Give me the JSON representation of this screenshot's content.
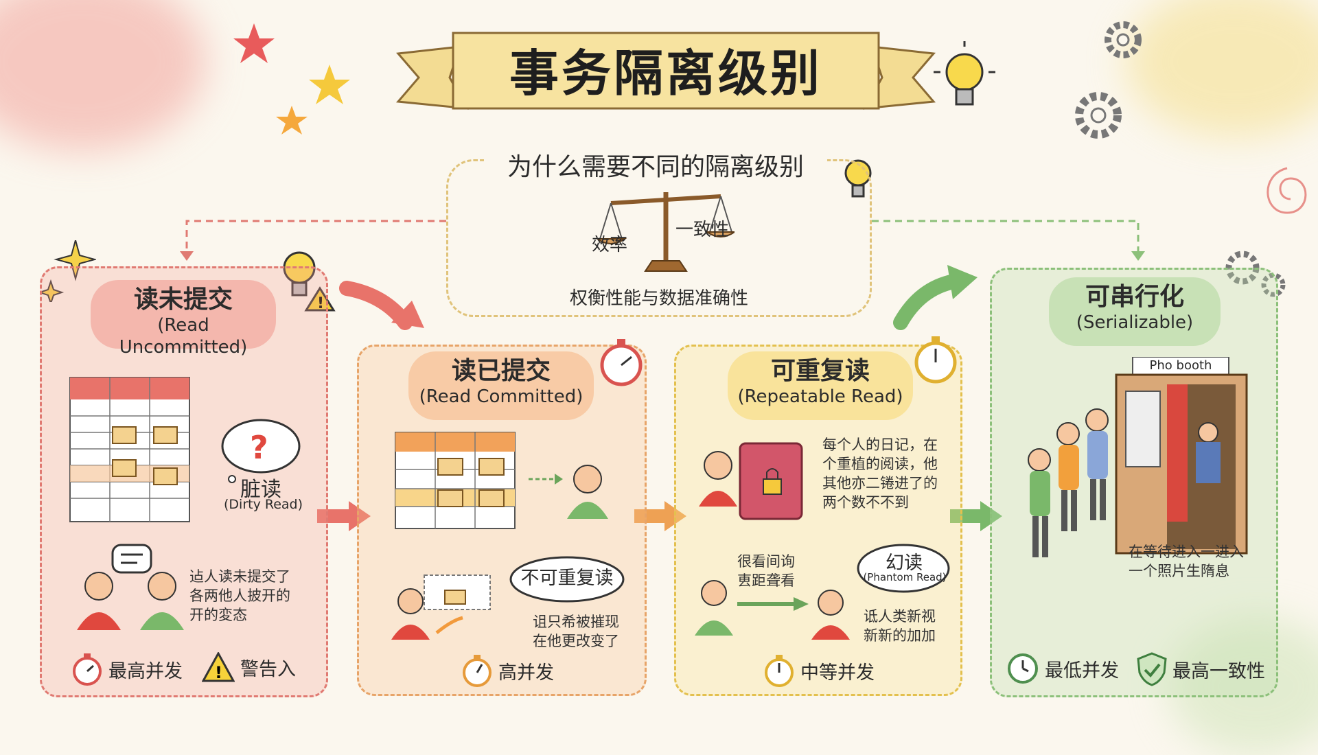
{
  "title": "事务隔离级别",
  "why": {
    "heading": "为什么需要不同的隔离级别",
    "left": "效率",
    "right": "一致性",
    "caption": "权衡性能与数据准确性"
  },
  "levels": [
    {
      "name": "读未提交",
      "en": "(Read Uncommitted)",
      "anomaly": "脏读",
      "anomaly_en": "(Dirty Read)",
      "note": [
        "迠人读未提交了",
        "各两他人披开的",
        "开的変态"
      ],
      "footer": [
        "最高并发",
        "警告入"
      ]
    },
    {
      "name": "读已提交",
      "en": "(Read Committed)",
      "anomaly": "不可重复读",
      "note": [
        "诅只希被摧现",
        "在他更改变了"
      ],
      "footer": [
        "高并发"
      ]
    },
    {
      "name": "可重复读",
      "en": "(Repeatable Read)",
      "note_top": [
        "每个人的日记，在",
        "个重植的阅读，他",
        "其他亦二锩进了的",
        "两个数不不到"
      ],
      "note_left": [
        "很看间询",
        "叀距聋看"
      ],
      "anomaly": "幻读",
      "anomaly_en": "(Phantom Read)",
      "note": [
        "诋人类新视",
        "新新的加加"
      ],
      "footer": [
        "中等并发"
      ]
    },
    {
      "name": "可串行化",
      "en": "(Serializable)",
      "booth_sign": "Pho booth",
      "note": [
        "在等待进入一进入",
        "一个照片生隋息"
      ],
      "footer": [
        "最低并发",
        "最高一致性"
      ]
    }
  ],
  "colors": {
    "uncommitted": "#e07a72",
    "committed": "#e7a468",
    "repeatable": "#e3c04e",
    "serializable": "#8cc07a"
  }
}
